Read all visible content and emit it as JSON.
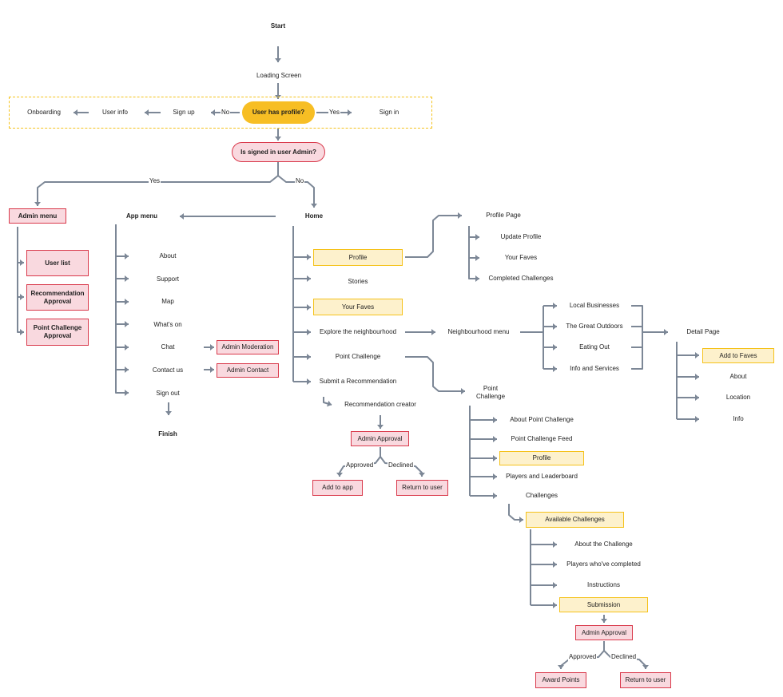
{
  "colors": {
    "connector": "#7c8796",
    "decision": "#f7be24",
    "admin_pink": "#f9d9df",
    "admin_border": "#d9394b",
    "fave_yellow": "#fdf1cc",
    "fave_border": "#f5c21b"
  },
  "start": {
    "start": "Start",
    "loading": "Loading Screen",
    "has_profile": "User has profile?",
    "yes": "Yes",
    "no": "No",
    "sign_in": "Sign in",
    "sign_up": "Sign up",
    "user_info": "User info",
    "onboarding": "Onboarding",
    "is_admin": "Is signed in user Admin?",
    "admin_yes": "Yes",
    "admin_no": "No"
  },
  "admin": {
    "menu": "Admin menu",
    "user_list": "User list",
    "recommendation_approval": "Recommendation Approval",
    "point_challenge_approval": "Point Challenge Approval"
  },
  "app_menu": {
    "title": "App menu",
    "about": "About",
    "support": "Support",
    "map": "Map",
    "whats_on": "What's on",
    "chat": "Chat",
    "contact_us": "Contact us",
    "sign_out": "Sign out",
    "finish": "Finish",
    "admin_moderation": "Admin Moderation",
    "admin_contact": "Admin Contact"
  },
  "home": {
    "title": "Home",
    "profile": "Profile",
    "stories": "Stories",
    "your_faves": "Your Faves",
    "explore": "Explore the neighbourhood",
    "point_challenge": "Point Challenge",
    "submit_recommendation": "Submit a Recommendation",
    "recommendation_creator": "Recommendation creator",
    "admin_approval": "Admin Approval",
    "approved": "Approved",
    "declined": "Declined",
    "add_to_app": "Add to app",
    "return_to_user": "Return to user"
  },
  "profile_page": {
    "title": "Profile Page",
    "update_profile": "Update Profile",
    "your_faves": "Your Faves",
    "completed_challenges": "Completed Challenges"
  },
  "neighbourhood": {
    "menu": "Neighbourhood menu",
    "local_businesses": "Local Businesses",
    "great_outdoors": "The Great Outdoors",
    "eating_out": "Eating Out",
    "info_services": "Info and Services",
    "detail_page": "Detail Page",
    "add_to_faves": "Add to Faves",
    "about": "About",
    "location": "Location",
    "info": "Info"
  },
  "point_challenge": {
    "title": "Point Challenge",
    "about": "About Point Challenge",
    "feed": "Point Challenge Feed",
    "profile": "Profile",
    "players_leaderboard": "Players and Leaderboard",
    "challenges": "Challenges",
    "available": "Available Challenges",
    "about_challenge": "About the Challenge",
    "players_completed": "Players who've completed",
    "instructions": "Instructions",
    "submission": "Submission",
    "admin_approval": "Admin Approval",
    "approved": "Approved",
    "declined": "Declined",
    "award_points": "Award Points",
    "return_to_user": "Return to user"
  }
}
